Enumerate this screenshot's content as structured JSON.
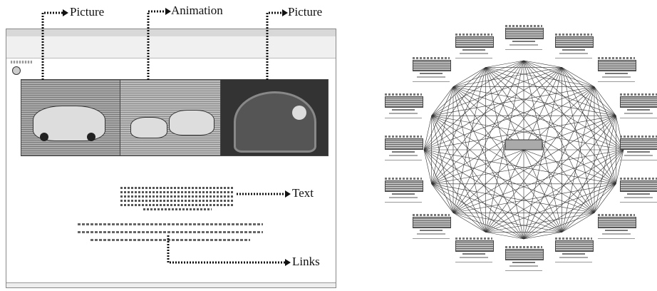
{
  "callouts": {
    "picture_left": "Picture",
    "animation": "Animation",
    "picture_right": "Picture",
    "text": "Text",
    "links": "Links"
  },
  "graph": {
    "node_count": 16
  }
}
